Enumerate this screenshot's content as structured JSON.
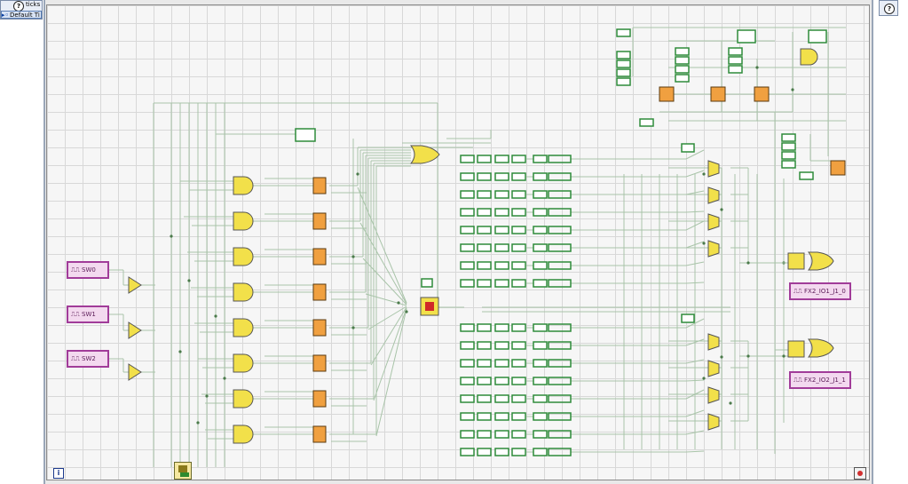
{
  "tick_control": {
    "label": "ticks",
    "value": "Default Ti",
    "clock_glyph": "?"
  },
  "right_clock": {
    "clock_glyph": "?"
  },
  "inputs": [
    {
      "label": "SW0"
    },
    {
      "label": "SW1"
    },
    {
      "label": "SW2"
    }
  ],
  "outputs": [
    {
      "label": "FX2_IO1_J1_0"
    },
    {
      "label": "FX2_IO2_J1_1"
    }
  ],
  "toolbar": {
    "info_glyph": "i"
  },
  "colors": {
    "wire": "#a9c4a9",
    "and_gate": "#f2e04a",
    "flipflop": "#f0a040",
    "constant": "#2e8b3a",
    "io_border": "#a13c99"
  }
}
